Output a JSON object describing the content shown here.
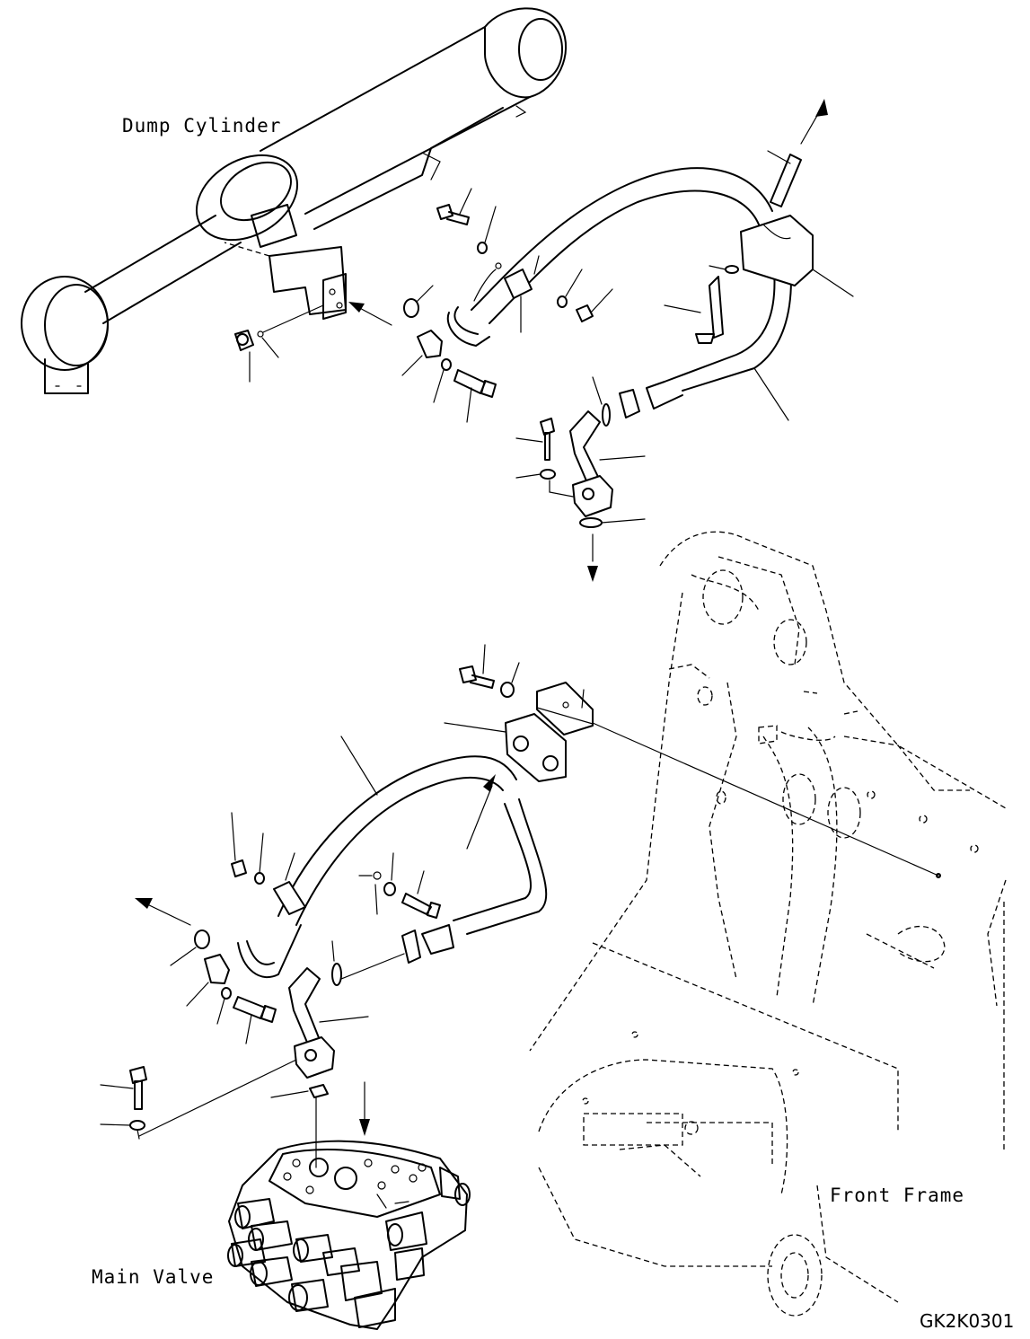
{
  "labels": {
    "dump_cylinder": "Dump Cylinder",
    "main_valve": "Main Valve",
    "front_frame": "Front Frame",
    "drawing_code": "GK2K0301"
  }
}
